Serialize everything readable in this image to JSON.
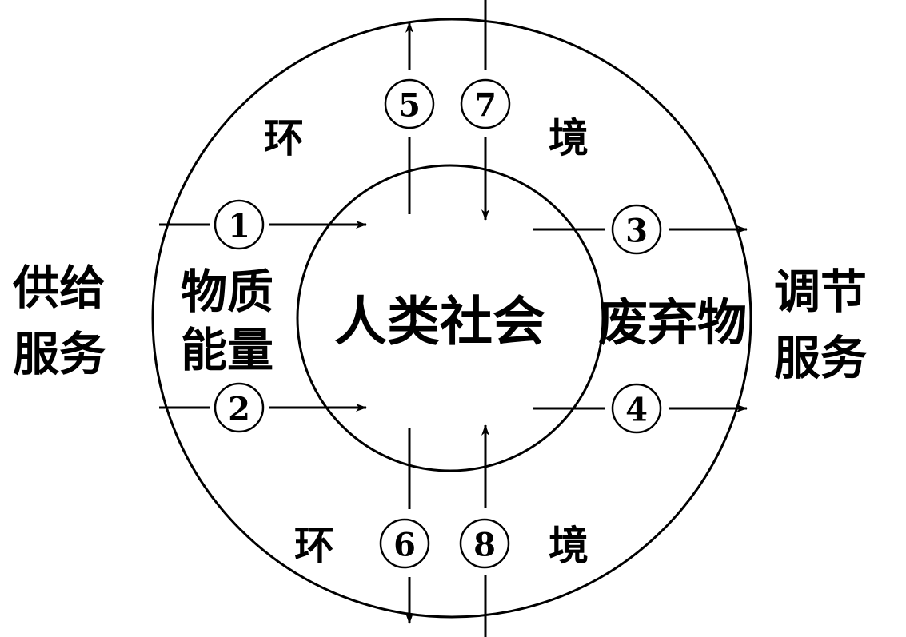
{
  "diagram": {
    "center_label": "人类社会",
    "ring_labels": {
      "top_left": "环",
      "top_right": "境",
      "bottom_left": "环",
      "bottom_right": "境"
    },
    "left_inner_label": [
      "物质",
      "能量"
    ],
    "right_inner_label": "废弃物",
    "left_outer_label": [
      "供给",
      "服务"
    ],
    "right_outer_label": [
      "调节",
      "服务"
    ],
    "flows": [
      {
        "id": "1",
        "label": "①",
        "from": "供给服务 (outer ring, left)",
        "to": "人类社会",
        "direction": "right"
      },
      {
        "id": "2",
        "label": "②",
        "from": "供给服务 (outer ring, left)",
        "to": "人类社会",
        "direction": "right"
      },
      {
        "id": "3",
        "label": "③",
        "from": "人类社会",
        "to": "调节服务 (outer ring, right)",
        "direction": "right"
      },
      {
        "id": "4",
        "label": "④",
        "from": "人类社会",
        "to": "调节服务 (outer ring, right)",
        "direction": "right"
      },
      {
        "id": "5",
        "label": "⑤",
        "from": "人类社会",
        "to": "环境 (top, outside)",
        "direction": "up"
      },
      {
        "id": "6",
        "label": "⑥",
        "from": "人类社会",
        "to": "环境 (bottom, outside)",
        "direction": "down"
      },
      {
        "id": "7",
        "label": "⑦",
        "from": "环境 (top, outside)",
        "to": "人类社会",
        "direction": "down"
      },
      {
        "id": "8",
        "label": "⑧",
        "from": "环境 (bottom, outside)",
        "to": "人类社会",
        "direction": "up"
      }
    ],
    "colors": {
      "stroke": "#000000",
      "background": "#ffffff"
    }
  }
}
